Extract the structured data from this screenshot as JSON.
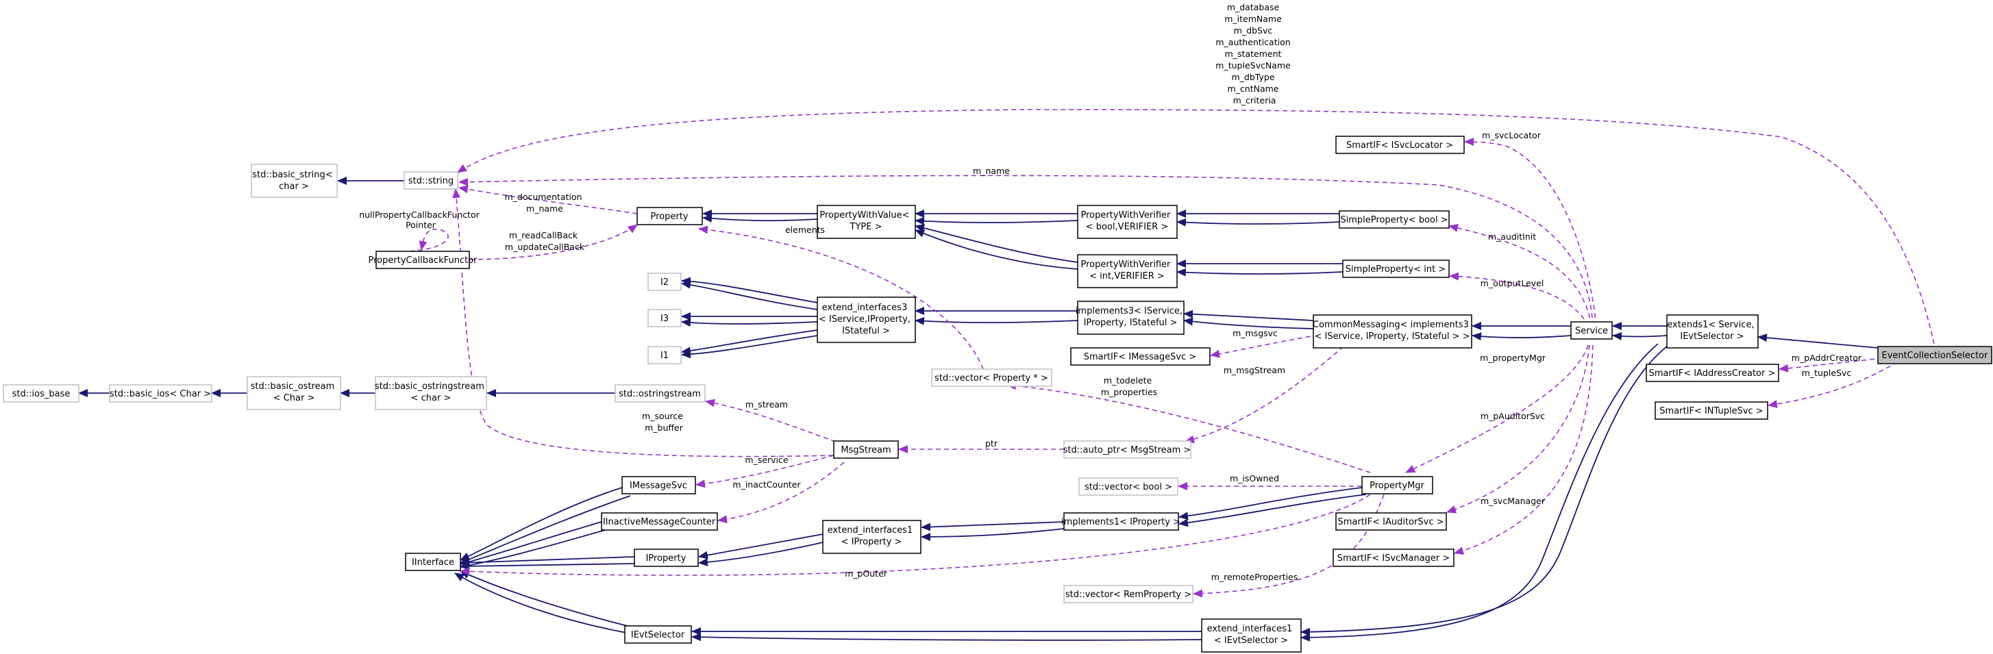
{
  "colors": {
    "inheritance": "#191970",
    "usage": "#9a32cd",
    "focus_fill": "#bfbfbf",
    "external_border": "#bfbfbf"
  },
  "nodes": {
    "std_string": [
      "std::string"
    ],
    "basic_string": [
      "std::basic_string<",
      "char >"
    ],
    "property_cb_functor": [
      "PropertyCallbackFunctor"
    ],
    "null_cb_label": [
      "nullPropertyCallbackFunctor",
      "Pointer"
    ],
    "property": [
      "Property"
    ],
    "pwv_type": [
      "PropertyWithValue<",
      "TYPE >"
    ],
    "pwver_bool": [
      "PropertyWithVerifier",
      "< bool,VERIFIER >"
    ],
    "pwver_int": [
      "PropertyWithVerifier",
      "< int,VERIFIER >"
    ],
    "sp_bool": [
      "SimpleProperty< bool >"
    ],
    "sp_int": [
      "SimpleProperty< int >"
    ],
    "smartif_svclocator": [
      "SmartIF< ISvcLocator >"
    ],
    "i2": [
      "I2"
    ],
    "i3": [
      "I3"
    ],
    "i1": [
      "I1"
    ],
    "ext_if3": [
      "extend_interfaces3",
      "< IService,IProperty,",
      "IStateful >"
    ],
    "impl3": [
      "implements3< IService,",
      "IProperty, IStateful >"
    ],
    "smartif_msgsvc": [
      "SmartIF< IMessageSvc >"
    ],
    "common_messaging": [
      "CommonMessaging< implements3",
      "< IService, IProperty, IStateful > >"
    ],
    "service": [
      "Service"
    ],
    "extends1": [
      "extends1< Service,",
      "IEvtSelector >"
    ],
    "ecs": [
      "EventCollectionSelector"
    ],
    "smartif_addr": [
      "SmartIF< IAddressCreator >"
    ],
    "smartif_ntuple": [
      "SmartIF< INTupleSvc >"
    ],
    "ios_base": [
      "std::ios_base"
    ],
    "basic_ios": [
      "std::basic_ios< Char >"
    ],
    "basic_ostream": [
      "std::basic_ostream",
      "< Char >"
    ],
    "basic_ostringstream": [
      "std::basic_ostringstream",
      "< char >"
    ],
    "ostringstream": [
      "std::ostringstream"
    ],
    "vector_prop": [
      "std::vector< Property * >"
    ],
    "msgstream": [
      "MsgStream"
    ],
    "autoptr_msgstream": [
      "std::auto_ptr< MsgStream >"
    ],
    "imessagesvc": [
      "IMessageSvc"
    ],
    "iinactive": [
      "IInactiveMessageCounter"
    ],
    "iproperty": [
      "IProperty"
    ],
    "iinterface": [
      "IInterface"
    ],
    "ext_if1_prop": [
      "extend_interfaces1",
      "< IProperty >"
    ],
    "impl1_prop": [
      "implements1< IProperty >"
    ],
    "vector_bool": [
      "std::vector< bool >"
    ],
    "propertymgr": [
      "PropertyMgr"
    ],
    "smartif_auditor": [
      "SmartIF< IAuditorSvc >"
    ],
    "smartif_svcmgr": [
      "SmartIF< ISvcManager >"
    ],
    "vector_remprop": [
      "std::vector< RemProperty >"
    ],
    "ievtselector": [
      "IEvtSelector"
    ],
    "ext_if1_evt": [
      "extend_interfaces1",
      "< IEvtSelector >"
    ]
  },
  "edge_labels": {
    "ecs_string_members": [
      "m_database",
      "m_itemName",
      "m_dbSvc",
      "m_authentication",
      "m_statement",
      "m_tupleSvcName",
      "m_dbType",
      "m_cntName",
      "m_criteria"
    ],
    "m_name": "m_name",
    "m_svcLocator": "m_svcLocator",
    "prop_string": [
      "m_documentation",
      "m_name"
    ],
    "cb_functor": [
      "m_readCallBack",
      "m_updateCallBack"
    ],
    "elements": "elements",
    "m_auditInit": "m_auditInit",
    "m_outputLevel": "m_outputLevel",
    "m_msgsvc": "m_msgsvc",
    "m_msgStream": "m_msgStream",
    "m_propertyMgr": "m_propertyMgr",
    "m_pAuditorSvc": "m_pAuditorSvc",
    "m_svcManager": "m_svcManager",
    "m_pAddrCreator": "m_pAddrCreator",
    "m_tupleSvc": "m_tupleSvc",
    "m_stream": "m_stream",
    "msg_string": [
      "m_source",
      "m_buffer"
    ],
    "m_service": "m_service",
    "m_inactCounter": "m_inactCounter",
    "ptr": "ptr",
    "pm_vector": [
      "m_todelete",
      "m_properties"
    ],
    "m_isOwned": "m_isOwned",
    "m_pOuter": "m_pOuter",
    "m_remoteProperties": "m_remoteProperties"
  }
}
